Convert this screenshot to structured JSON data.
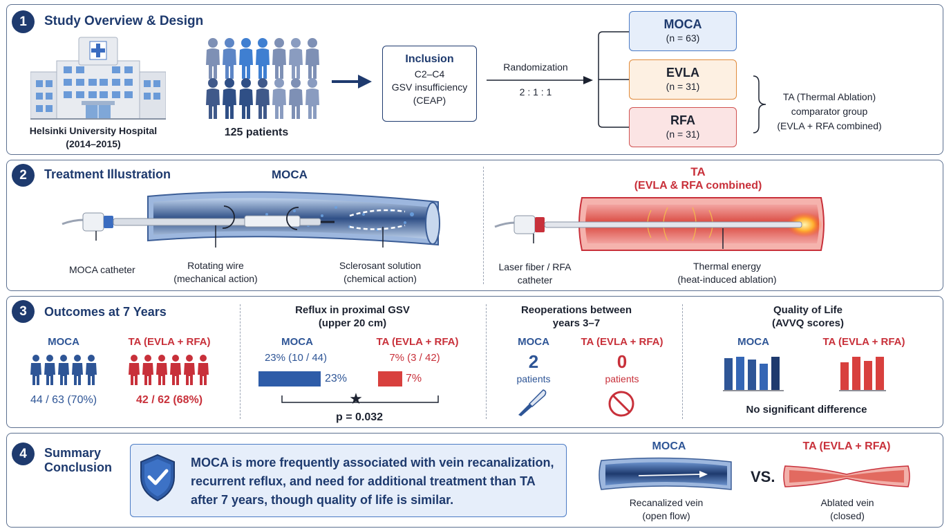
{
  "p1": {
    "num": "1",
    "title": "Study Overview & Design",
    "hospital_name": "Helsinki University Hospital",
    "hospital_years": "(2014–2015)",
    "patients": "125 patients",
    "inclusion_title": "Inclusion",
    "inclusion_line1": "C2–C4",
    "inclusion_line2": "GSV insufficiency",
    "inclusion_line3": "(CEAP)",
    "randomization": "Randomization",
    "ratio": "2 : 1 : 1",
    "groups": [
      {
        "name": "MOCA",
        "n": "(n = 63)"
      },
      {
        "name": "EVLA",
        "n": "(n = 31)"
      },
      {
        "name": "RFA",
        "n": "(n = 31)"
      }
    ],
    "comparator_line1": "TA (Thermal Ablation)",
    "comparator_line2": "comparator group",
    "comparator_line3": "(EVLA + RFA combined)"
  },
  "p2": {
    "num": "2",
    "title": "Treatment Illustration",
    "moca_title": "MOCA",
    "moca_catheter": "MOCA catheter",
    "rotating_wire": "Rotating wire",
    "rotating_wire_sub": "(mechanical action)",
    "sclerosant": "Sclerosant solution",
    "sclerosant_sub": "(chemical action)",
    "ta_title": "TA",
    "ta_subtitle": "(EVLA & RFA combined)",
    "laser_line1": "Laser fiber / RFA",
    "laser_line2": "catheter",
    "thermal": "Thermal energy",
    "thermal_sub": "(heat-induced ablation)"
  },
  "p3": {
    "num": "3",
    "title": "Outcomes at 7 Years",
    "moca_label": "MOCA",
    "ta_label": "TA (EVLA + RFA)",
    "moca_count": "44 / 63 (70%)",
    "ta_count": "42 / 62 (68%)",
    "reflux_title1": "Reflux in proximal GSV",
    "reflux_title2": "(upper 20 cm)",
    "moca_reflux": "23% (10 / 44)",
    "ta_reflux": "7% (3 / 42)",
    "moca_bar_label": "23%",
    "ta_bar_label": "7%",
    "moca_bar_pct": 23,
    "ta_bar_pct": 7,
    "star": "★",
    "pvalue": "p = 0.032",
    "reop_title1": "Reoperations between",
    "reop_title2": "years 3–7",
    "moca_reop": "2",
    "ta_reop": "0",
    "patients_word": "patients",
    "qol_title1": "Quality of Life",
    "qol_title2": "(AVVQ scores)",
    "no_diff": "No significant difference"
  },
  "p4": {
    "num": "4",
    "title1": "Summary",
    "title2": "Conclusion",
    "conclusion_line1": "MOCA is more frequently associated with vein recanalization,",
    "conclusion_line2": "recurrent reflux, and need for additional treatment than TA",
    "conclusion_line3": "after 7 years, though quality of life is similar.",
    "moca_label": "MOCA",
    "ta_label": "TA (EVLA + RFA)",
    "vs": "VS.",
    "recan": "Recanalized vein",
    "recan_sub": "(open flow)",
    "ablated": "Ablated vein",
    "ablated_sub": "(closed)"
  },
  "colors": {
    "navy": "#1e3a6e",
    "moca_blue": "#2e5596",
    "ta_red": "#c8303a",
    "moca_box_bg": "#e6eefa",
    "evla_box_bg": "#fdf0e2",
    "rfa_box_bg": "#fbe4e4"
  },
  "icons": [
    "hospital-icon",
    "people-icon",
    "arrow-icon",
    "scalpel-icon",
    "prohibited-icon",
    "shield-check-icon",
    "vein-icon"
  ]
}
